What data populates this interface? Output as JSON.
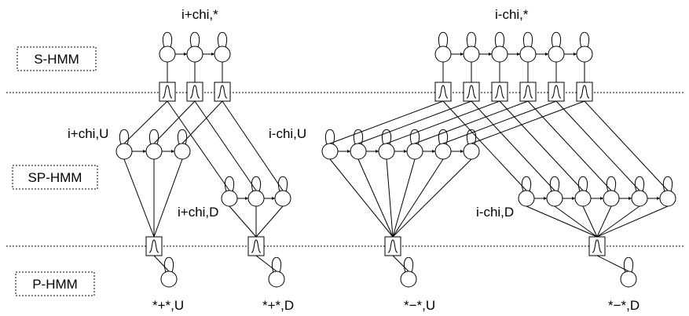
{
  "levels": [
    {
      "name": "S-HMM"
    },
    {
      "name": "SP-HMM"
    },
    {
      "name": "P-HMM"
    }
  ],
  "groups": [
    {
      "label": "i+chi,*"
    },
    {
      "label": "i-chi,*"
    },
    {
      "label": "i+chi,U"
    },
    {
      "label": "i+chi,D"
    },
    {
      "label": "i-chi,U"
    },
    {
      "label": "i-chi,D"
    },
    {
      "label": "*+*,U"
    },
    {
      "label": "*+*,D"
    },
    {
      "label": "*−*,U"
    },
    {
      "label": "*−*,D"
    }
  ],
  "colors": {
    "stroke": "#000000",
    "background": "#ffffff"
  }
}
